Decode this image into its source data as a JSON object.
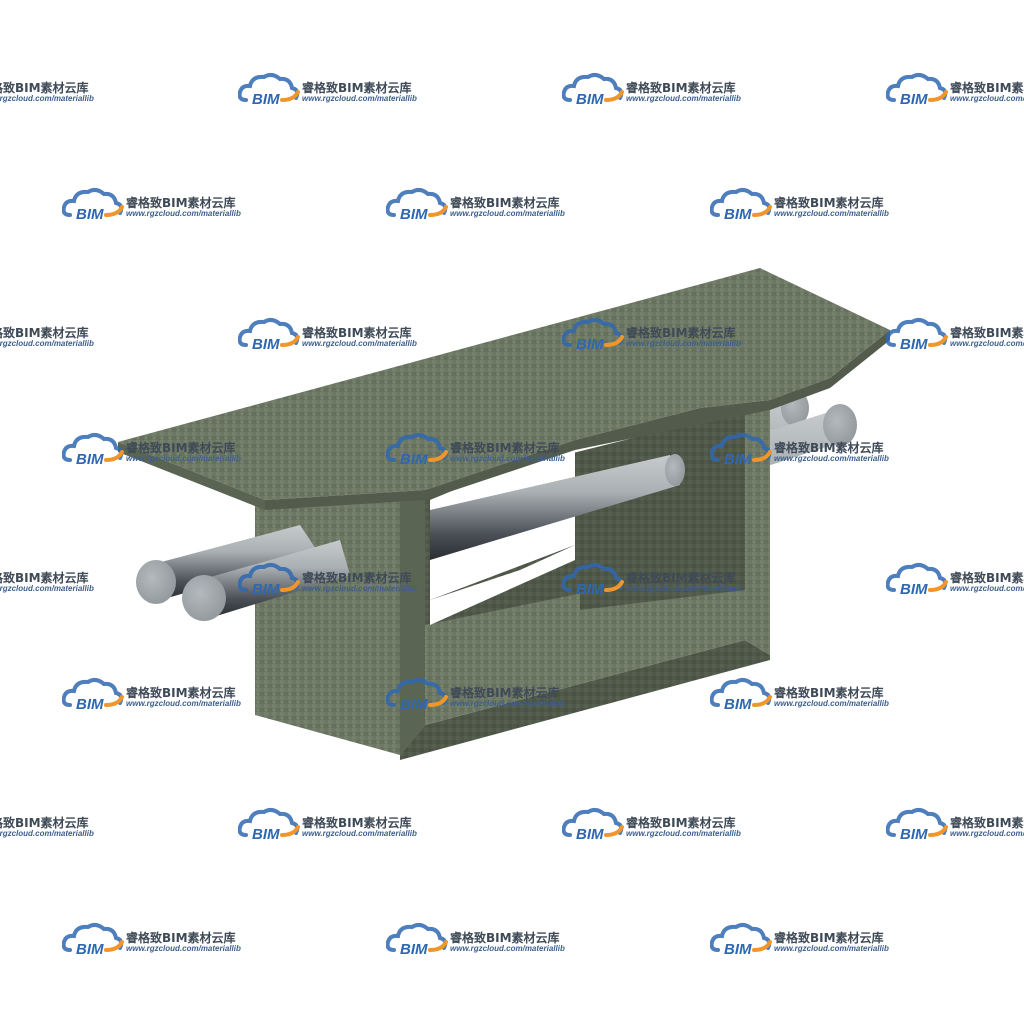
{
  "watermark": {
    "logo_text": "BIM",
    "title": "睿格致BIM素材云库",
    "url": "www.rgzcloud.com/materiallib",
    "colors": {
      "cloud": "#2f67b0",
      "accent": "#f0962a",
      "text": "#3f4a57"
    }
  },
  "model": {
    "subject": "box-culvert-with-pipes",
    "colors": {
      "concrete": "#6d7864",
      "pipe": "#9aa1a6",
      "pipe_shadow": "#2e3237"
    }
  }
}
